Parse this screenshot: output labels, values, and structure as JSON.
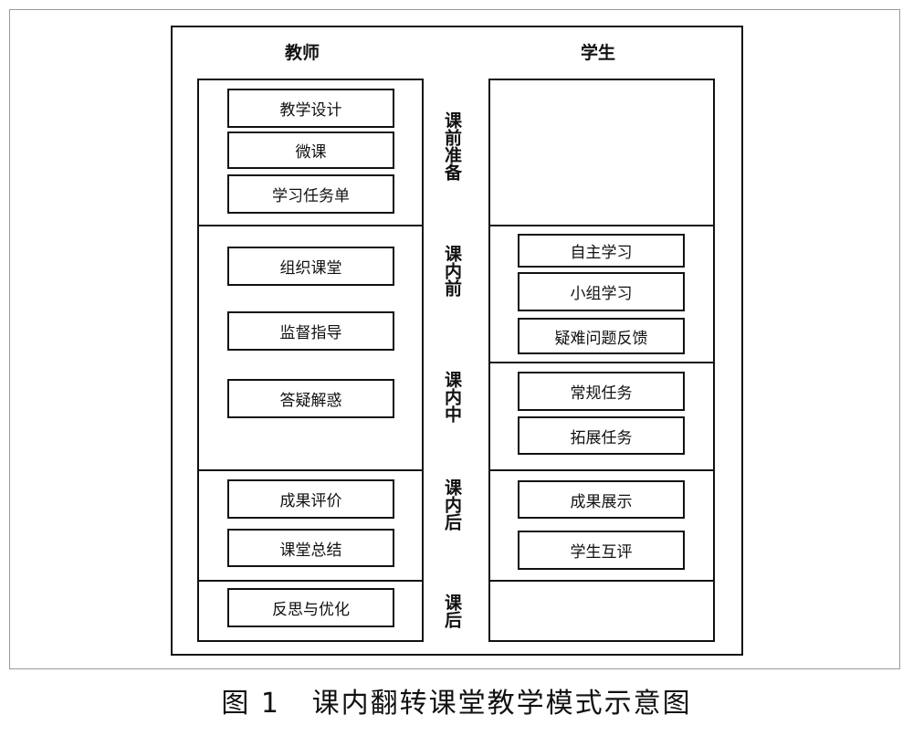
{
  "headers": {
    "teacher": "教师",
    "student": "学生"
  },
  "phases": {
    "pre_class": "课前准备",
    "in_class_early": "课内前",
    "in_class_middle": "课内中",
    "in_class_late": "课内后",
    "post_class": "课后"
  },
  "teacher": {
    "pre_class": [
      "教学设计",
      "微课",
      "学习任务单"
    ],
    "in_class": [
      "组织课堂",
      "监督指导",
      "答疑解惑"
    ],
    "in_class_late": [
      "成果评价",
      "课堂总结"
    ],
    "post_class": [
      "反思与优化"
    ]
  },
  "student": {
    "in_class_early": [
      "自主学习",
      "小组学习",
      "疑难问题反馈"
    ],
    "in_class_middle": [
      "常规任务",
      "拓展任务"
    ],
    "in_class_late": [
      "成果展示",
      "学生互评"
    ]
  },
  "caption": "图 1   课内翻转课堂教学模式示意图"
}
